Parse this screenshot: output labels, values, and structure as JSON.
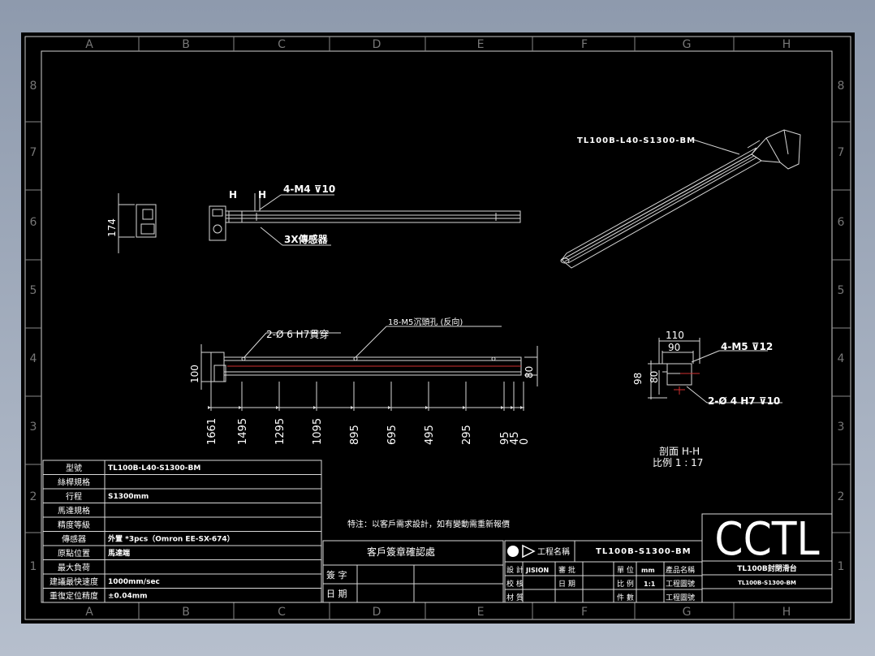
{
  "frame": {
    "columns": [
      "A",
      "B",
      "C",
      "D",
      "E",
      "F",
      "G",
      "H"
    ],
    "rows": [
      "8",
      "7",
      "6",
      "5",
      "4",
      "3",
      "2",
      "1"
    ]
  },
  "callouts": {
    "iso_part": "TL100B-L40-S1300-BM",
    "side_hole": "4-M4",
    "side_hole_depth": "10",
    "h_mark": "H",
    "sensor": "3X傳感器",
    "end_height": "174",
    "front_hole": "2-Ø 6 H7貫穿",
    "counterbore": "18-M5沉頭孔 (反向)",
    "front_height_left": "100",
    "front_height_right": "80",
    "section_w1": "110",
    "section_w2": "90",
    "section_h1": "98",
    "section_h2": "80",
    "section_tap": "4-M5",
    "section_tap_depth": "12",
    "section_pin": "2-Ø 4 H7",
    "section_pin_depth": "10",
    "section_name": "剖面 H-H",
    "section_scale": "比例 1 : 17",
    "note": "特注：以客戶需求設計，如有變動需重新報價"
  },
  "bottom_dims": [
    "1661",
    "1495",
    "1295",
    "1095",
    "895",
    "695",
    "495",
    "295",
    "95",
    "45",
    "0"
  ],
  "spec_table": [
    {
      "label": "型號",
      "value": "TL100B-L40-S1300-BM"
    },
    {
      "label": "絲桿規格",
      "value": ""
    },
    {
      "label": "行程",
      "value": "S1300mm"
    },
    {
      "label": "馬達規格",
      "value": ""
    },
    {
      "label": "精度等級",
      "value": ""
    },
    {
      "label": "傳感器",
      "value": "外置 *3pcs（Omron EE-SX-674）"
    },
    {
      "label": "原點位置",
      "value": "馬達端"
    },
    {
      "label": "最大負荷",
      "value": ""
    },
    {
      "label": "建議最快速度",
      "value": "1000mm/sec"
    },
    {
      "label": "重復定位精度",
      "value": "±0.04mm"
    }
  ],
  "approval": {
    "title": "客戶簽章確認處",
    "sign": "簽 字",
    "date": "日 期"
  },
  "title_block": {
    "projection": "工程名稱",
    "drawing_no": "TL100B-S1300-BM",
    "design_label": "設 計",
    "designer": "JISION",
    "approve": "審 批",
    "unit_label": "單 位",
    "unit": "mm",
    "product_name_label": "產品名稱",
    "check": "校 核",
    "date_label": "日 期",
    "scale_label": "比 例",
    "scale": "1:1",
    "drawing_label": "工程圖號",
    "material": "材 質",
    "qty": "件 數",
    "drawing_label2": "工程圖號",
    "logo": "CCTL",
    "product_name": "TL100B封閉滑台",
    "product_code": "TL100B-S1300-BM"
  }
}
